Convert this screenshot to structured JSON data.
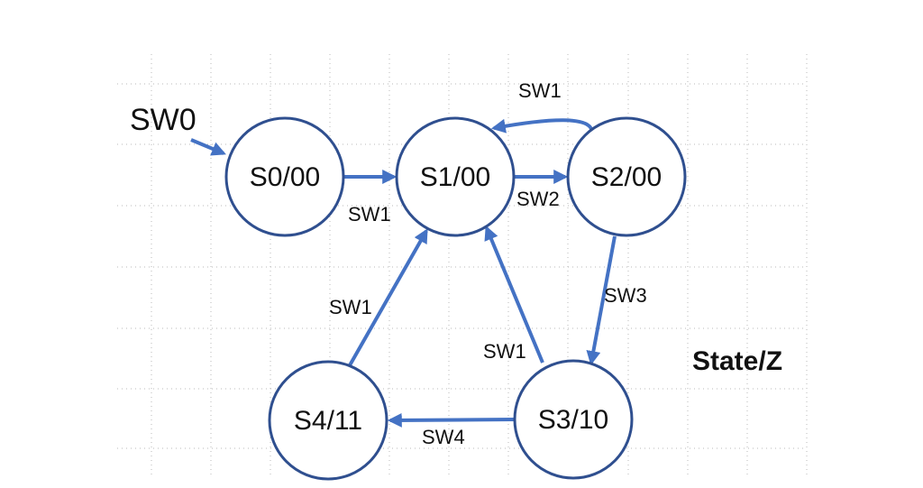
{
  "diagram": {
    "legend": "State/Z",
    "start_label": "SW0",
    "colors": {
      "edge": "#4472c4",
      "node_stroke": "#2f4f8f"
    },
    "states": [
      {
        "id": "s0",
        "label": "S0/00"
      },
      {
        "id": "s1",
        "label": "S1/00"
      },
      {
        "id": "s2",
        "label": "S2/00"
      },
      {
        "id": "s3",
        "label": "S3/10"
      },
      {
        "id": "s4",
        "label": "S4/11"
      }
    ],
    "transitions": [
      {
        "from": "S0",
        "to": "S1",
        "label": "SW1"
      },
      {
        "from": "S1",
        "to": "S2",
        "label": "SW2"
      },
      {
        "from": "S2",
        "to": "S1",
        "label": "SW1"
      },
      {
        "from": "S2",
        "to": "S3",
        "label": "SW3"
      },
      {
        "from": "S3",
        "to": "S1",
        "label": "SW1"
      },
      {
        "from": "S3",
        "to": "S4",
        "label": "SW4"
      },
      {
        "from": "S4",
        "to": "S1",
        "label": "SW1"
      }
    ]
  }
}
